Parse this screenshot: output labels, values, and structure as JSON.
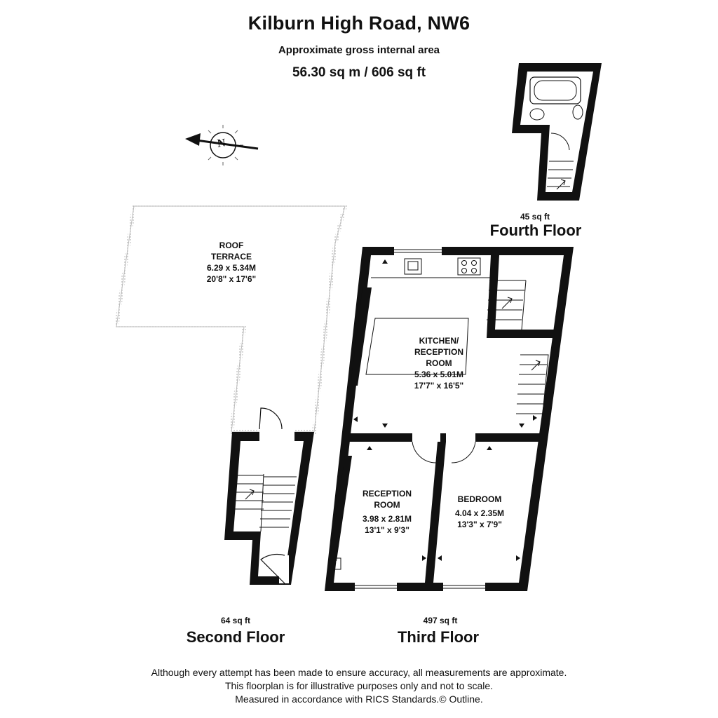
{
  "header": {
    "title": "Kilburn High Road, NW6",
    "subtitle": "Approximate gross internal area",
    "area": "56.30 sq m /  606 sq ft"
  },
  "compass": {
    "label": "N"
  },
  "floors": {
    "fourth": {
      "sqft": "45 sq ft",
      "name": "Fourth Floor"
    },
    "third": {
      "sqft": "497 sq ft",
      "name": "Third Floor"
    },
    "second": {
      "sqft": "64 sq ft",
      "name": "Second Floor"
    }
  },
  "rooms": {
    "roof_terrace": {
      "name1": "ROOF",
      "name2": "TERRACE",
      "metric": "6.29 x 5.34M",
      "imperial": "20'8\" x 17'6\""
    },
    "kitchen": {
      "name1": "KITCHEN/",
      "name2": "RECEPTION",
      "name3": "ROOM",
      "metric": "5.36 x 5.01M",
      "imperial": "17'7\" x 16'5\""
    },
    "reception": {
      "name1": "RECEPTION",
      "name2": "ROOM",
      "metric": "3.98 x 2.81M",
      "imperial": "13'1\" x 9'3\""
    },
    "bedroom": {
      "name1": "BEDROOM",
      "metric": "4.04 x 2.35M",
      "imperial": "13'3\" x 7'9\""
    }
  },
  "footer": {
    "line1": "Although every attempt has been made to ensure accuracy, all measurements are approximate.",
    "line2": "This floorplan is for illustrative purposes only and not to scale.",
    "line3": "Measured in accordance with RICS Standards.© Outline."
  }
}
